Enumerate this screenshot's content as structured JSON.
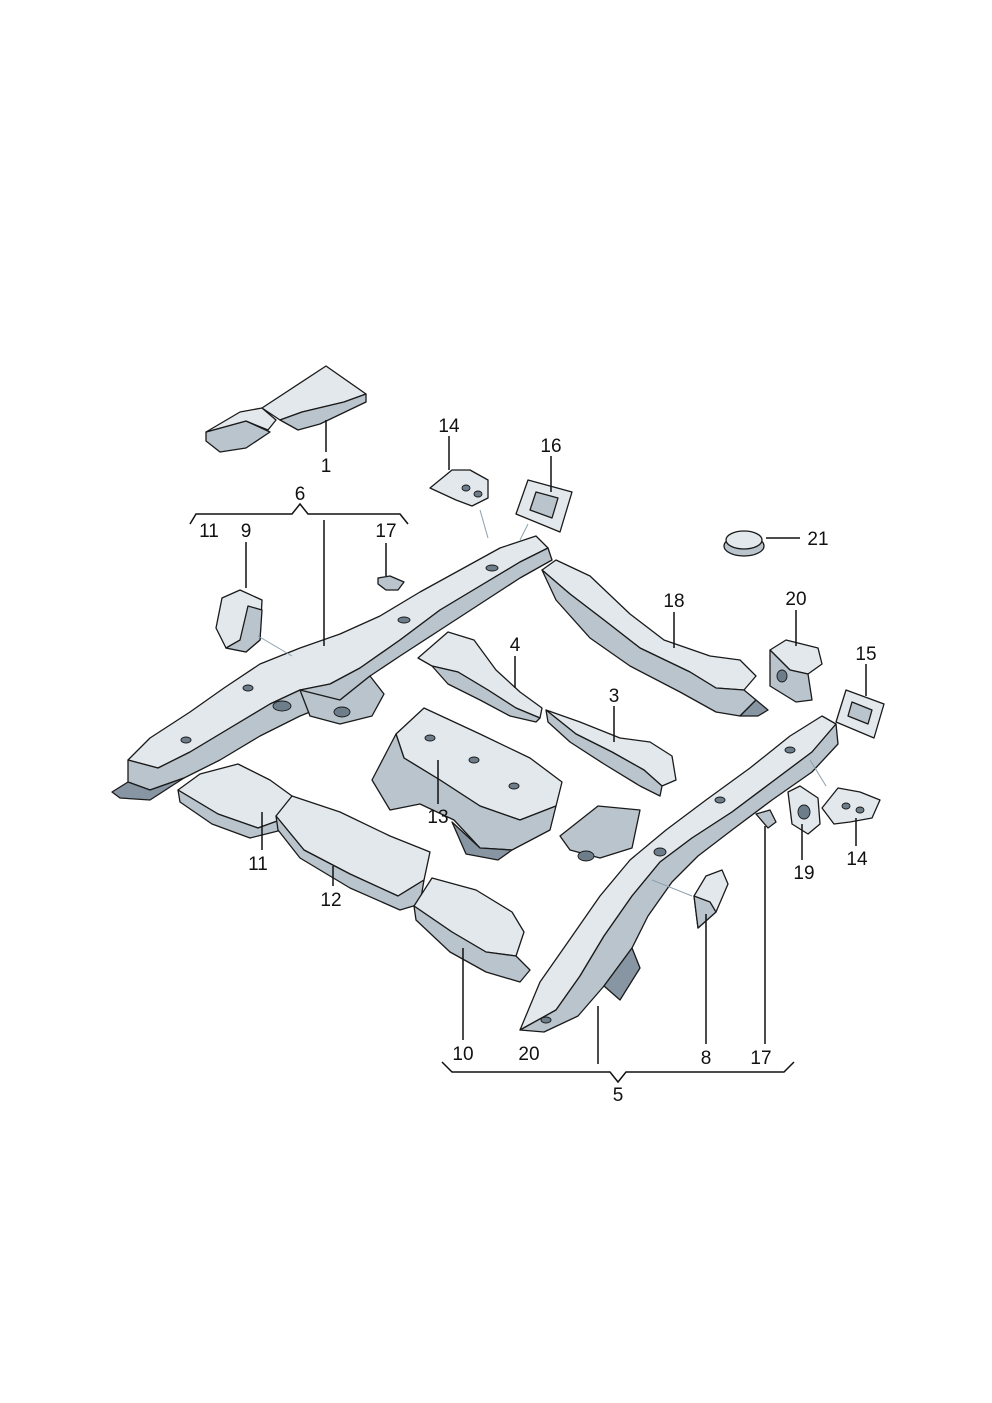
{
  "callouts": {
    "c1": "1",
    "c6": "6",
    "c11_top": "11",
    "c9": "9",
    "c17_top": "17",
    "c14_top": "14",
    "c16": "16",
    "c21": "21",
    "c18": "18",
    "c20_top": "20",
    "c15": "15",
    "c4": "4",
    "c3": "3",
    "c13": "13",
    "c11_mid": "11",
    "c12": "12",
    "c19": "19",
    "c14_bot": "14",
    "c10": "10",
    "c20_bot": "20",
    "c8": "8",
    "c17_bot": "17",
    "c5": "5"
  },
  "colors": {
    "part_light": "#e2e8ec",
    "part_mid": "#b9c4cc",
    "part_dark": "#8796a2",
    "outline": "#1a1a1a"
  }
}
